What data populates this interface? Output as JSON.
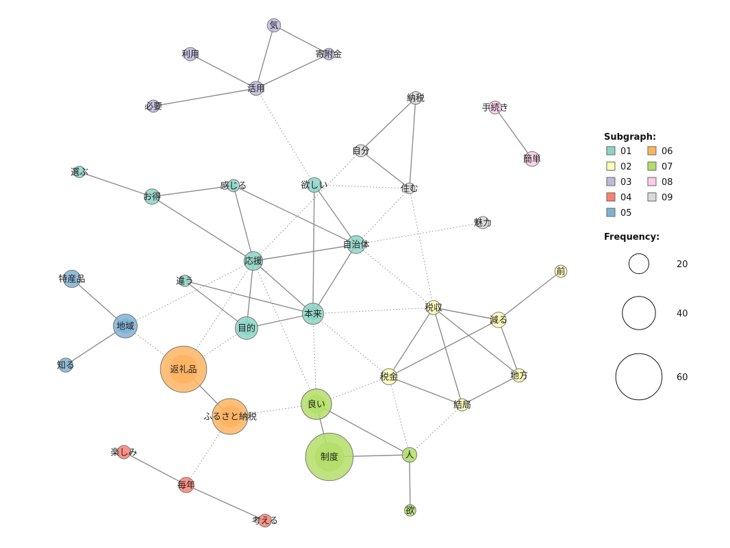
{
  "colors": {
    "01": "#8dd3c7",
    "02": "#ffffb3",
    "03": "#bebada",
    "04": "#fb8072",
    "05": "#80b1d3",
    "06": "#fdb462",
    "07": "#b3de69",
    "08": "#fccde5",
    "09": "#d9d9d9"
  },
  "legend": {
    "subgraph_title": "Subgraph:",
    "subgraphs": [
      "01",
      "02",
      "03",
      "04",
      "05",
      "06",
      "07",
      "08",
      "09"
    ],
    "frequency_title": "Frequency:",
    "frequencies": [
      "20",
      "40",
      "60"
    ]
  },
  "nodes": [
    {
      "label": "気",
      "group": "03",
      "freq": 10
    },
    {
      "label": "利用",
      "group": "03",
      "freq": 10
    },
    {
      "label": "寄附金",
      "group": "03",
      "freq": 7
    },
    {
      "label": "活用",
      "group": "03",
      "freq": 11
    },
    {
      "label": "必要",
      "group": "03",
      "freq": 8
    },
    {
      "label": "納税",
      "group": "09",
      "freq": 9
    },
    {
      "label": "手続き",
      "group": "08",
      "freq": 9
    },
    {
      "label": "自分",
      "group": "09",
      "freq": 8
    },
    {
      "label": "簡単",
      "group": "08",
      "freq": 12
    },
    {
      "label": "選ぶ",
      "group": "01",
      "freq": 7
    },
    {
      "label": "お得",
      "group": "01",
      "freq": 13
    },
    {
      "label": "感じる",
      "group": "01",
      "freq": 8
    },
    {
      "label": "欲しい",
      "group": "01",
      "freq": 12
    },
    {
      "label": "住む",
      "group": "09",
      "freq": 6
    },
    {
      "label": "魅力",
      "group": "09",
      "freq": 8
    },
    {
      "label": "自治体",
      "group": "01",
      "freq": 17
    },
    {
      "label": "応援",
      "group": "01",
      "freq": 18
    },
    {
      "label": "前",
      "group": "02",
      "freq": 8
    },
    {
      "label": "特産品",
      "group": "05",
      "freq": 16
    },
    {
      "label": "違う",
      "group": "01",
      "freq": 7
    },
    {
      "label": "税収",
      "group": "02",
      "freq": 11
    },
    {
      "label": "減る",
      "group": "02",
      "freq": 13
    },
    {
      "label": "地域",
      "group": "05",
      "freq": 26
    },
    {
      "label": "目的",
      "group": "01",
      "freq": 24
    },
    {
      "label": "本来",
      "group": "01",
      "freq": 22
    },
    {
      "label": "知る",
      "group": "05",
      "freq": 11
    },
    {
      "label": "返礼品",
      "group": "06",
      "freq": 60
    },
    {
      "label": "税金",
      "group": "02",
      "freq": 14
    },
    {
      "label": "地方",
      "group": "02",
      "freq": 10
    },
    {
      "label": "良い",
      "group": "07",
      "freq": 36
    },
    {
      "label": "結局",
      "group": "02",
      "freq": 8
    },
    {
      "label": "ふるさと納税",
      "group": "06",
      "freq": 44
    },
    {
      "label": "楽しみ",
      "group": "04",
      "freq": 10
    },
    {
      "label": "制度",
      "group": "07",
      "freq": 62
    },
    {
      "label": "人",
      "group": "07",
      "freq": 12
    },
    {
      "label": "毎年",
      "group": "04",
      "freq": 13
    },
    {
      "label": "考える",
      "group": "04",
      "freq": 9
    },
    {
      "label": "欲",
      "group": "07",
      "freq": 7
    }
  ],
  "edges": [
    {
      "s": "気",
      "t": "活用",
      "style": "solid"
    },
    {
      "s": "気",
      "t": "寄附金",
      "style": "solid"
    },
    {
      "s": "利用",
      "t": "活用",
      "style": "solid"
    },
    {
      "s": "寄附金",
      "t": "活用",
      "style": "solid"
    },
    {
      "s": "必要",
      "t": "活用",
      "style": "solid"
    },
    {
      "s": "活用",
      "t": "欲しい",
      "style": "dotted"
    },
    {
      "s": "納税",
      "t": "自分",
      "style": "solid"
    },
    {
      "s": "納税",
      "t": "住む",
      "style": "solid"
    },
    {
      "s": "自分",
      "t": "住む",
      "style": "solid"
    },
    {
      "s": "手続き",
      "t": "簡単",
      "style": "solid"
    },
    {
      "s": "選ぶ",
      "t": "お得",
      "style": "solid"
    },
    {
      "s": "お得",
      "t": "感じる",
      "style": "solid"
    },
    {
      "s": "お得",
      "t": "応援",
      "style": "solid"
    },
    {
      "s": "感じる",
      "t": "応援",
      "style": "solid"
    },
    {
      "s": "感じる",
      "t": "自治体",
      "style": "solid"
    },
    {
      "s": "欲しい",
      "t": "自治体",
      "style": "solid"
    },
    {
      "s": "欲しい",
      "t": "本来",
      "style": "solid"
    },
    {
      "s": "欲しい",
      "t": "住む",
      "style": "dotted"
    },
    {
      "s": "自分",
      "t": "応援",
      "style": "dotted"
    },
    {
      "s": "住む",
      "t": "自治体",
      "style": "dotted"
    },
    {
      "s": "住む",
      "t": "税収",
      "style": "dotted"
    },
    {
      "s": "自治体",
      "t": "魅力",
      "style": "dotted"
    },
    {
      "s": "自治体",
      "t": "応援",
      "style": "solid"
    },
    {
      "s": "自治体",
      "t": "本来",
      "style": "solid"
    },
    {
      "s": "自治体",
      "t": "税収",
      "style": "dotted"
    },
    {
      "s": "応援",
      "t": "目的",
      "style": "solid"
    },
    {
      "s": "応援",
      "t": "本来",
      "style": "solid"
    },
    {
      "s": "応援",
      "t": "地域",
      "style": "dotted"
    },
    {
      "s": "応援",
      "t": "返礼品",
      "style": "dotted"
    },
    {
      "s": "応援",
      "t": "良い",
      "style": "dotted"
    },
    {
      "s": "違う",
      "t": "目的",
      "style": "solid"
    },
    {
      "s": "違う",
      "t": "本来",
      "style": "solid"
    },
    {
      "s": "目的",
      "t": "本来",
      "style": "solid"
    },
    {
      "s": "目的",
      "t": "返礼品",
      "style": "dotted"
    },
    {
      "s": "本来",
      "t": "税収",
      "style": "dotted"
    },
    {
      "s": "本来",
      "t": "税金",
      "style": "dotted"
    },
    {
      "s": "本来",
      "t": "良い",
      "style": "dotted"
    },
    {
      "s": "特産品",
      "t": "地域",
      "style": "solid"
    },
    {
      "s": "地域",
      "t": "知る",
      "style": "solid"
    },
    {
      "s": "地域",
      "t": "返礼品",
      "style": "dotted"
    },
    {
      "s": "返礼品",
      "t": "ふるさと納税",
      "style": "solid"
    },
    {
      "s": "ふるさと納税",
      "t": "良い",
      "style": "dotted"
    },
    {
      "s": "ふるさと納税",
      "t": "毎年",
      "style": "dotted"
    },
    {
      "s": "前",
      "t": "減る",
      "style": "solid"
    },
    {
      "s": "税収",
      "t": "減る",
      "style": "solid"
    },
    {
      "s": "税収",
      "t": "税金",
      "style": "solid"
    },
    {
      "s": "税収",
      "t": "結局",
      "style": "solid"
    },
    {
      "s": "税収",
      "t": "地方",
      "style": "solid"
    },
    {
      "s": "減る",
      "t": "税金",
      "style": "solid"
    },
    {
      "s": "減る",
      "t": "地方",
      "style": "solid"
    },
    {
      "s": "税金",
      "t": "結局",
      "style": "solid"
    },
    {
      "s": "地方",
      "t": "結局",
      "style": "solid"
    },
    {
      "s": "税金",
      "t": "良い",
      "style": "dotted"
    },
    {
      "s": "税金",
      "t": "人",
      "style": "dotted"
    },
    {
      "s": "結局",
      "t": "人",
      "style": "dotted"
    },
    {
      "s": "良い",
      "t": "制度",
      "style": "solid"
    },
    {
      "s": "良い",
      "t": "人",
      "style": "solid"
    },
    {
      "s": "制度",
      "t": "人",
      "style": "solid"
    },
    {
      "s": "人",
      "t": "欲",
      "style": "solid"
    },
    {
      "s": "楽しみ",
      "t": "毎年",
      "style": "solid"
    },
    {
      "s": "毎年",
      "t": "考える",
      "style": "solid"
    }
  ]
}
